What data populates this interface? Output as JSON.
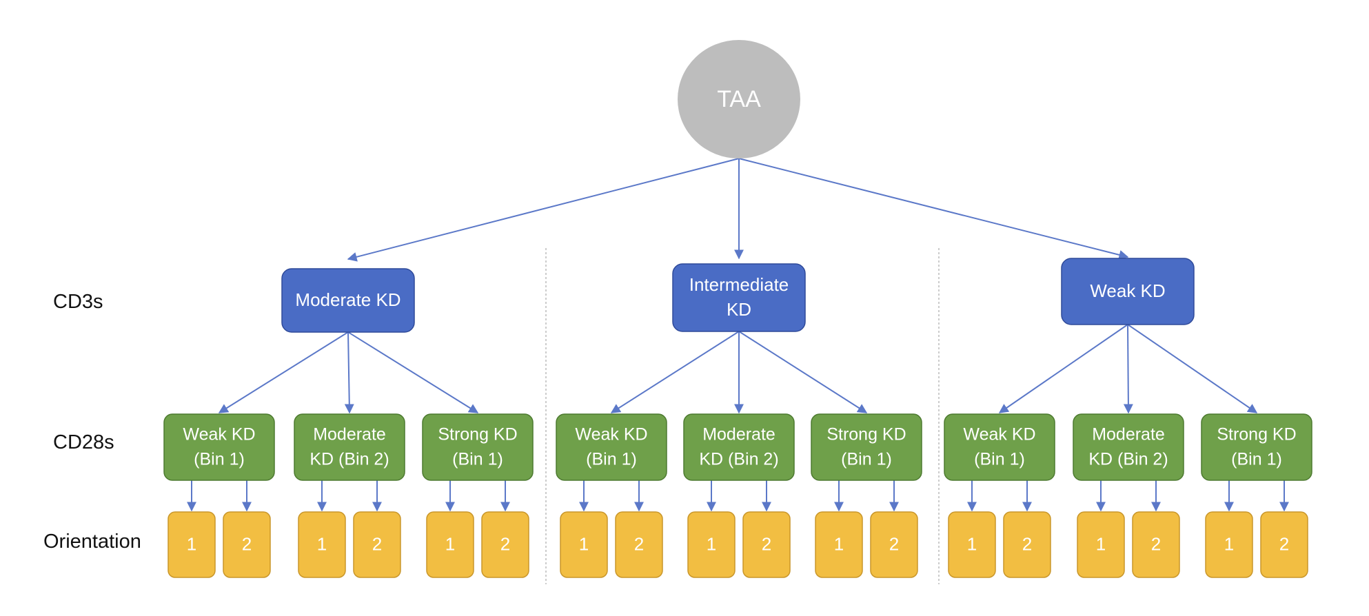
{
  "root": {
    "label": "TAA"
  },
  "row_labels": {
    "cd3": "CD3s",
    "cd28": "CD28s",
    "orientation": "Orientation"
  },
  "colors": {
    "root_fill": "#bdbdbd",
    "cd3_fill": "#4a6cc5",
    "cd28_fill": "#6fa04a",
    "orientation_fill": "#f2be42",
    "arrow": "#5b78c8",
    "divider": "#bbbbbb"
  },
  "groups": [
    {
      "cd3": {
        "lines": [
          "Moderate KD"
        ]
      },
      "cd28": [
        {
          "lines": [
            "Weak KD",
            "(Bin 1)"
          ],
          "orientations": [
            "1",
            "2"
          ]
        },
        {
          "lines": [
            "Moderate",
            "KD (Bin 2)"
          ],
          "orientations": [
            "1",
            "2"
          ]
        },
        {
          "lines": [
            "Strong KD",
            "(Bin 1)"
          ],
          "orientations": [
            "1",
            "2"
          ]
        }
      ]
    },
    {
      "cd3": {
        "lines": [
          "Intermediate",
          "KD"
        ]
      },
      "cd28": [
        {
          "lines": [
            "Weak KD",
            "(Bin 1)"
          ],
          "orientations": [
            "1",
            "2"
          ]
        },
        {
          "lines": [
            "Moderate",
            "KD (Bin 2)"
          ],
          "orientations": [
            "1",
            "2"
          ]
        },
        {
          "lines": [
            "Strong KD",
            "(Bin 1)"
          ],
          "orientations": [
            "1",
            "2"
          ]
        }
      ]
    },
    {
      "cd3": {
        "lines": [
          "Weak KD"
        ]
      },
      "cd28": [
        {
          "lines": [
            "Weak KD",
            "(Bin 1)"
          ],
          "orientations": [
            "1",
            "2"
          ]
        },
        {
          "lines": [
            "Moderate",
            "KD (Bin 2)"
          ],
          "orientations": [
            "1",
            "2"
          ]
        },
        {
          "lines": [
            "Strong KD",
            "(Bin 1)"
          ],
          "orientations": [
            "1",
            "2"
          ]
        }
      ]
    }
  ]
}
